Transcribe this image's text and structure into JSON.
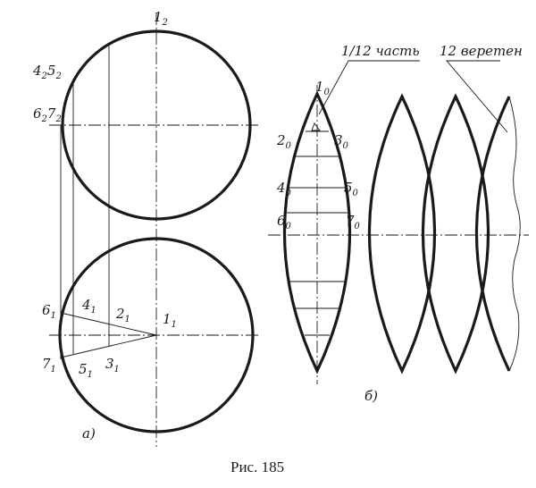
{
  "figure": {
    "caption": "Рис. 185",
    "panel_a": "а)",
    "panel_b": "б)",
    "annotation_part": "1/12 часть",
    "annotation_spindles": "12 веретен"
  },
  "points": {
    "front": {
      "p1": "1",
      "p1s": "2",
      "p45": "4",
      "p45s": "2",
      "p5": "5",
      "p5s": "2",
      "p67": "6",
      "p67s": "2",
      "p7": "7",
      "p7s": "2"
    },
    "top": {
      "p1": "1",
      "p1s": "1",
      "p2": "2",
      "p2s": "1",
      "p3": "3",
      "p3s": "1",
      "p4": "4",
      "p4s": "1",
      "p5": "5",
      "p5s": "1",
      "p6": "6",
      "p6s": "1",
      "p7": "7",
      "p7s": "1"
    },
    "gore": {
      "p1": "1",
      "p1s": "0",
      "p2": "2",
      "p2s": "0",
      "p3": "3",
      "p3s": "0",
      "p4": "4",
      "p4s": "0",
      "p5": "5",
      "p5s": "0",
      "p6": "6",
      "p6s": "0",
      "p7": "7",
      "p7s": "0"
    }
  }
}
